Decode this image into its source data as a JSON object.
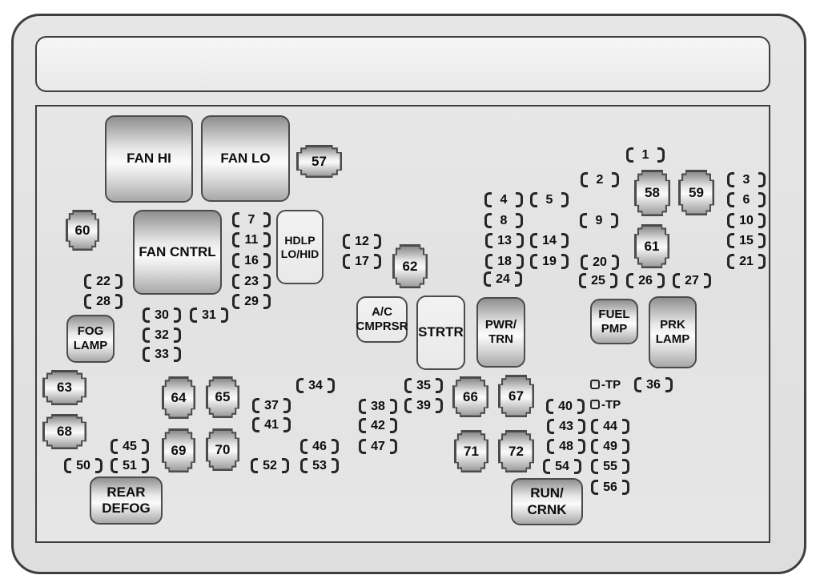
{
  "named": {
    "fan_hi": "FAN HI",
    "fan_lo": "FAN LO",
    "fan_cntrl": "FAN CNTRL",
    "hdlp": "HDLP\nLO/HID",
    "ac_cmprsr": "A/C\nCMPRSR",
    "strtr": "STRTR",
    "pwr_trn": "PWR/\nTRN",
    "fuel_pmp": "FUEL\nPMP",
    "prk_lamp": "PRK\nLAMP",
    "fog_lamp": "FOG\nLAMP",
    "rear_defog": "REAR\nDEFOG",
    "run_crnk": "RUN/\nCRNK"
  },
  "relays": {
    "r57": "57",
    "r58": "58",
    "r59": "59",
    "r60": "60",
    "r61": "61",
    "r62": "62",
    "r63": "63",
    "r64": "64",
    "r65": "65",
    "r66": "66",
    "r67": "67",
    "r68": "68",
    "r69": "69",
    "r70": "70",
    "r71": "71",
    "r72": "72"
  },
  "fuses": {
    "f1": "1",
    "f2": "2",
    "f3": "3",
    "f4": "4",
    "f5": "5",
    "f6": "6",
    "f7": "7",
    "f8": "8",
    "f9": "9",
    "f10": "10",
    "f11": "11",
    "f12": "12",
    "f13": "13",
    "f14": "14",
    "f15": "15",
    "f16": "16",
    "f17": "17",
    "f18": "18",
    "f19": "19",
    "f20": "20",
    "f21": "21",
    "f22": "22",
    "f23": "23",
    "f24": "24",
    "f25": "25",
    "f26": "26",
    "f27": "27",
    "f28": "28",
    "f29": "29",
    "f30": "30",
    "f31": "31",
    "f32": "32",
    "f33": "33",
    "f34": "34",
    "f35": "35",
    "f36": "36",
    "f37": "37",
    "f38": "38",
    "f39": "39",
    "f40": "40",
    "f41": "41",
    "f42": "42",
    "f43": "43",
    "f44": "44",
    "f45": "45",
    "f46": "46",
    "f47": "47",
    "f48": "48",
    "f49": "49",
    "f50": "50",
    "f51": "51",
    "f52": "52",
    "f53": "53",
    "f54": "54",
    "f55": "55",
    "f56": "56"
  },
  "tp": {
    "label": "-TP"
  },
  "colors": {
    "housing_border": "#3e3e3e",
    "housing_fill": "#e2e2e2",
    "relay_border": "#4b4b4b",
    "bracket": "#262626",
    "text": "#0d0d0d"
  }
}
